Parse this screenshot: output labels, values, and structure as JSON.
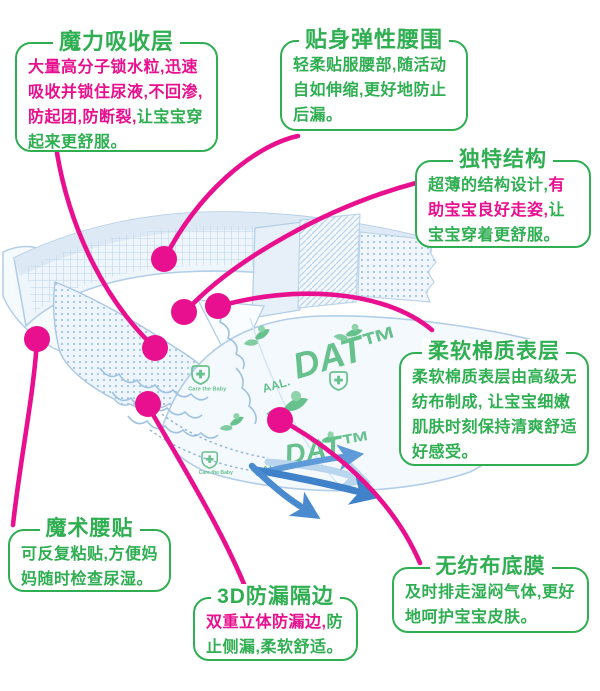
{
  "product_diagram": {
    "callouts": [
      {
        "id": "magic-absorb-layer",
        "title": "魔力吸收层",
        "segments": [
          {
            "text": "大量高分子锁水粒,迅速吸收并锁住尿液,不回渗,防起团,防断裂,",
            "color": "magenta"
          },
          {
            "text": "让宝宝穿起来更舒服。",
            "color": "green"
          }
        ]
      },
      {
        "id": "elastic-waistband",
        "title": "贴身弹性腰围",
        "segments": [
          {
            "text": "轻柔贴服腰部,随活动自如伸缩,更好地防止后漏。",
            "color": "green"
          }
        ]
      },
      {
        "id": "unique-structure",
        "title": "独特结构",
        "segments": [
          {
            "text": "超薄的结构设计,",
            "color": "green"
          },
          {
            "text": "有助宝宝良好走姿,",
            "color": "magenta"
          },
          {
            "text": "让宝宝穿着更舒服。",
            "color": "green"
          }
        ]
      },
      {
        "id": "soft-cotton-surface",
        "title": "柔软棉质表层",
        "segments": [
          {
            "text": "柔软棉质表层由高级无纺布制成, 让宝宝细嫩肌肤时刻保持清爽舒适好感受。",
            "color": "green"
          }
        ]
      },
      {
        "id": "magic-waist-tape",
        "title": "魔术腰贴",
        "segments": [
          {
            "text": "可反复粘贴,方便妈妈随时检查尿湿。",
            "color": "green"
          }
        ]
      },
      {
        "id": "leakproof-3d-edge",
        "title": "3D防漏隔边",
        "segments": [
          {
            "text": "双重立体防漏边,",
            "color": "magenta"
          },
          {
            "text": "防止侧漏,柔软舒适。",
            "color": "green"
          }
        ]
      },
      {
        "id": "nonwoven-backsheet",
        "title": "无纺布底膜",
        "segments": [
          {
            "text": "及时排走湿闷气体,更好地呵护宝宝皮肤。",
            "color": "green"
          }
        ]
      }
    ],
    "diaper_prints": {
      "brand_prefix": "AAL.",
      "brand_text": "DAT™",
      "shield_caption": "Care the Baby"
    },
    "colors": {
      "green": "#2fae52",
      "magenta": "#e8108e",
      "diaper_outline": "#b2cde7",
      "diaper_fill": "#f4f9fe",
      "arrow_blue": "#4a8bd0",
      "print_green": "#66c18d"
    }
  }
}
